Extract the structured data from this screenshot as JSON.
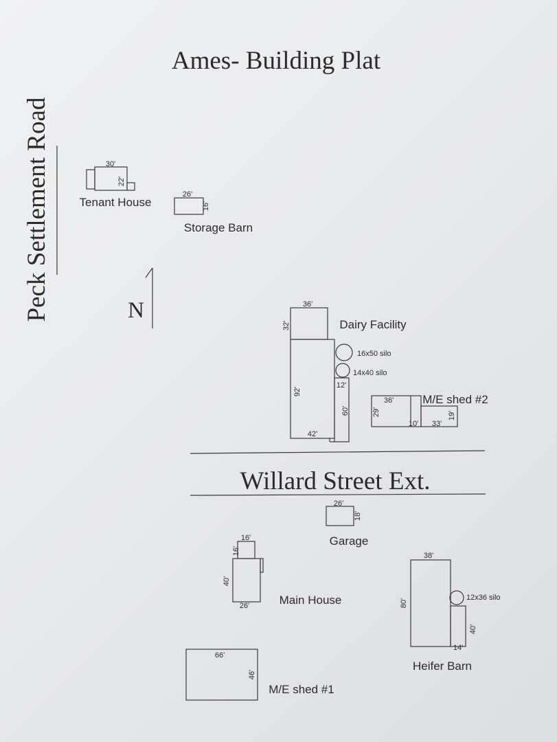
{
  "title": "Ames- Building Plat",
  "north_label": "N",
  "roads": {
    "west": "Peck Settlement Road",
    "south": "Willard Street Ext."
  },
  "buildings": {
    "tenant_house": {
      "label": "Tenant House",
      "width": "30'",
      "depth": "22'"
    },
    "storage_barn": {
      "label": "Storage Barn",
      "width": "26'",
      "depth": "16'"
    },
    "dairy_facility": {
      "label": "Dairy Facility",
      "top_width": "36'",
      "top_depth": "32'",
      "main_depth": "92'",
      "main_width": "42'",
      "annex_width": "12'",
      "annex_depth": "60'"
    },
    "silos": {
      "silo_a": "16x50 silo",
      "silo_b": "14x40 silo",
      "silo_c": "12x36 silo"
    },
    "me_shed_2": {
      "label": "M/E shed #2",
      "w1": "36'",
      "d1": "29'",
      "w2": "10'",
      "w3": "33'",
      "d2": "19'"
    },
    "garage": {
      "label": "Garage",
      "width": "26'",
      "depth": "18'"
    },
    "main_house": {
      "label": "Main House",
      "top_width": "16'",
      "top_depth": "16'",
      "depth": "40'",
      "width": "26'"
    },
    "heifer_barn": {
      "label": "Heifer Barn",
      "width": "38'",
      "depth": "80'",
      "annex_depth": "40'",
      "annex_width": "14'"
    },
    "me_shed_1": {
      "label": "M/E shed #1",
      "width": "66'",
      "depth": "46'"
    }
  }
}
